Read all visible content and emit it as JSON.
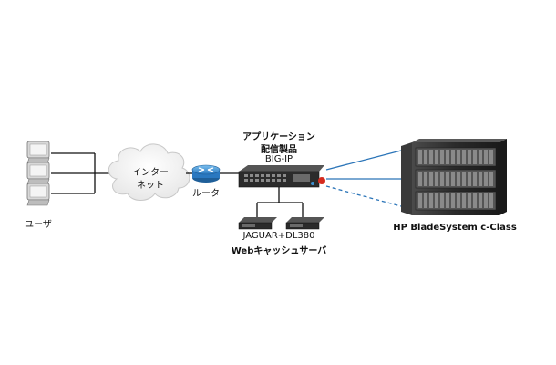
{
  "labels": {
    "users": "ユーザ",
    "internet_line1": "インター",
    "internet_line2": "ネット",
    "router": "ルータ",
    "bigip_line1": "アプリケーション",
    "bigip_line2": "配信製品",
    "bigip_line3": "BIG-IP",
    "cache_line1": "JAGUAR+DL380",
    "cache_line2": "Webキャッシュサーバ",
    "blade": "HP BladeSystem c-Class"
  },
  "colors": {
    "line": "#111111",
    "link_blue": "#2a74b8",
    "router_blue": "#3a8fd0",
    "device_dark": "#2b2b2b"
  }
}
